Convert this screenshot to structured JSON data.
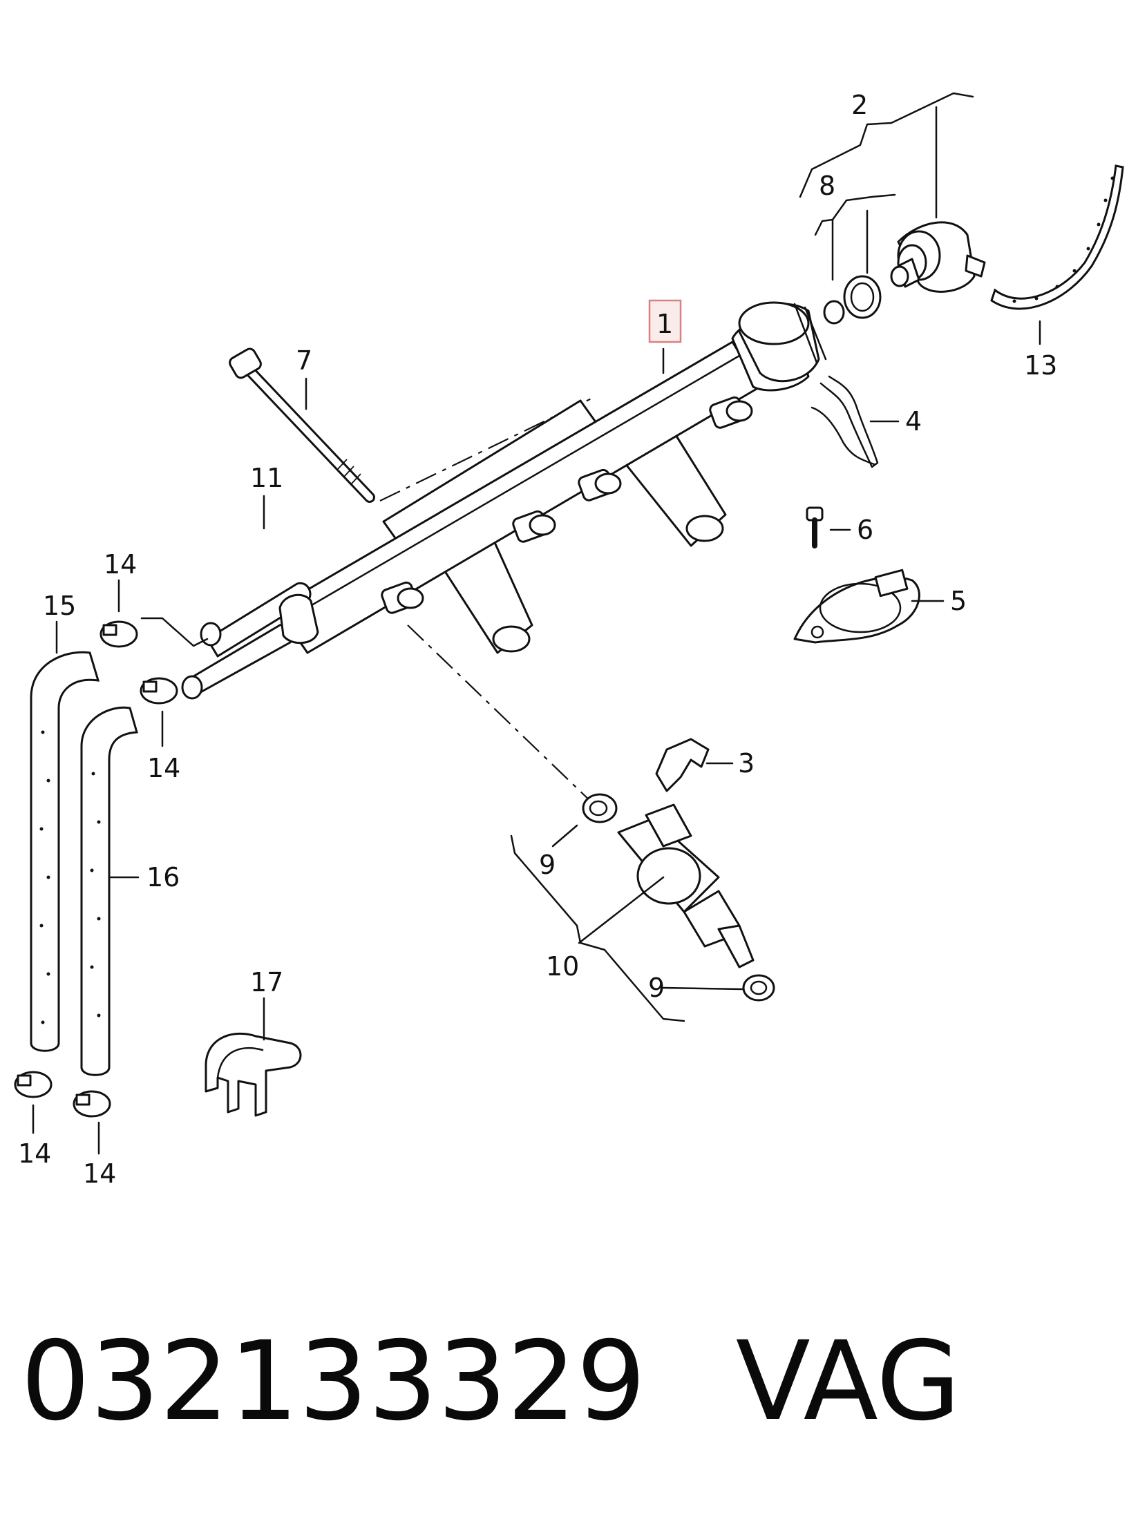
{
  "callouts": {
    "c1": "1",
    "c2": "2",
    "c3": "3",
    "c4": "4",
    "c5": "5",
    "c6": "6",
    "c7": "7",
    "c8": "8",
    "c9a": "9",
    "c9b": "9",
    "c10": "10",
    "c11": "11",
    "c13": "13",
    "c14a": "14",
    "c14b": "14",
    "c14c": "14",
    "c14d": "14",
    "c15": "15",
    "c16": "16",
    "c17": "17"
  },
  "highlight_color": "#e8a8a8",
  "footer": {
    "part_number": "032133329",
    "brand": "VAG"
  }
}
